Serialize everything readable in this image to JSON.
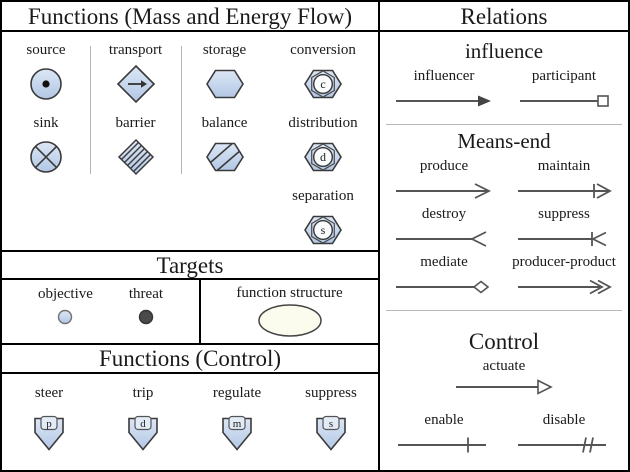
{
  "flow": {
    "title": "Functions (Mass and Energy Flow)",
    "items": [
      {
        "label": "source"
      },
      {
        "label": "transport"
      },
      {
        "label": "storage"
      },
      {
        "label": "conversion",
        "letter": "c"
      },
      {
        "label": "sink"
      },
      {
        "label": "barrier"
      },
      {
        "label": "balance"
      },
      {
        "label": "distribution",
        "letter": "d"
      },
      {
        "label": "separation",
        "letter": "s"
      }
    ]
  },
  "targets": {
    "title": "Targets",
    "items": [
      {
        "label": "objective"
      },
      {
        "label": "threat"
      }
    ],
    "structure_label": "function structure"
  },
  "control": {
    "title": "Functions (Control)",
    "items": [
      {
        "label": "steer",
        "letter": "p"
      },
      {
        "label": "trip",
        "letter": "d"
      },
      {
        "label": "regulate",
        "letter": "m"
      },
      {
        "label": "suppress",
        "letter": "s"
      }
    ]
  },
  "relations": {
    "title": "Relations",
    "influence": {
      "heading": "influence",
      "influencer": "influencer",
      "participant": "participant"
    },
    "means_end": {
      "heading": "Means-end",
      "produce": "produce",
      "maintain": "maintain",
      "destroy": "destroy",
      "suppress": "suppress",
      "mediate": "mediate",
      "producer_product": "producer-product"
    },
    "control": {
      "heading": "Control",
      "actuate": "actuate",
      "enable": "enable",
      "disable": "disable"
    }
  },
  "colors": {
    "symbol_fill_top": "#dbe6f5",
    "symbol_fill_bottom": "#b3c8e6",
    "structure_fill": "#fcfcee",
    "threat_fill": "#4a4a4a",
    "line": "#555555"
  }
}
